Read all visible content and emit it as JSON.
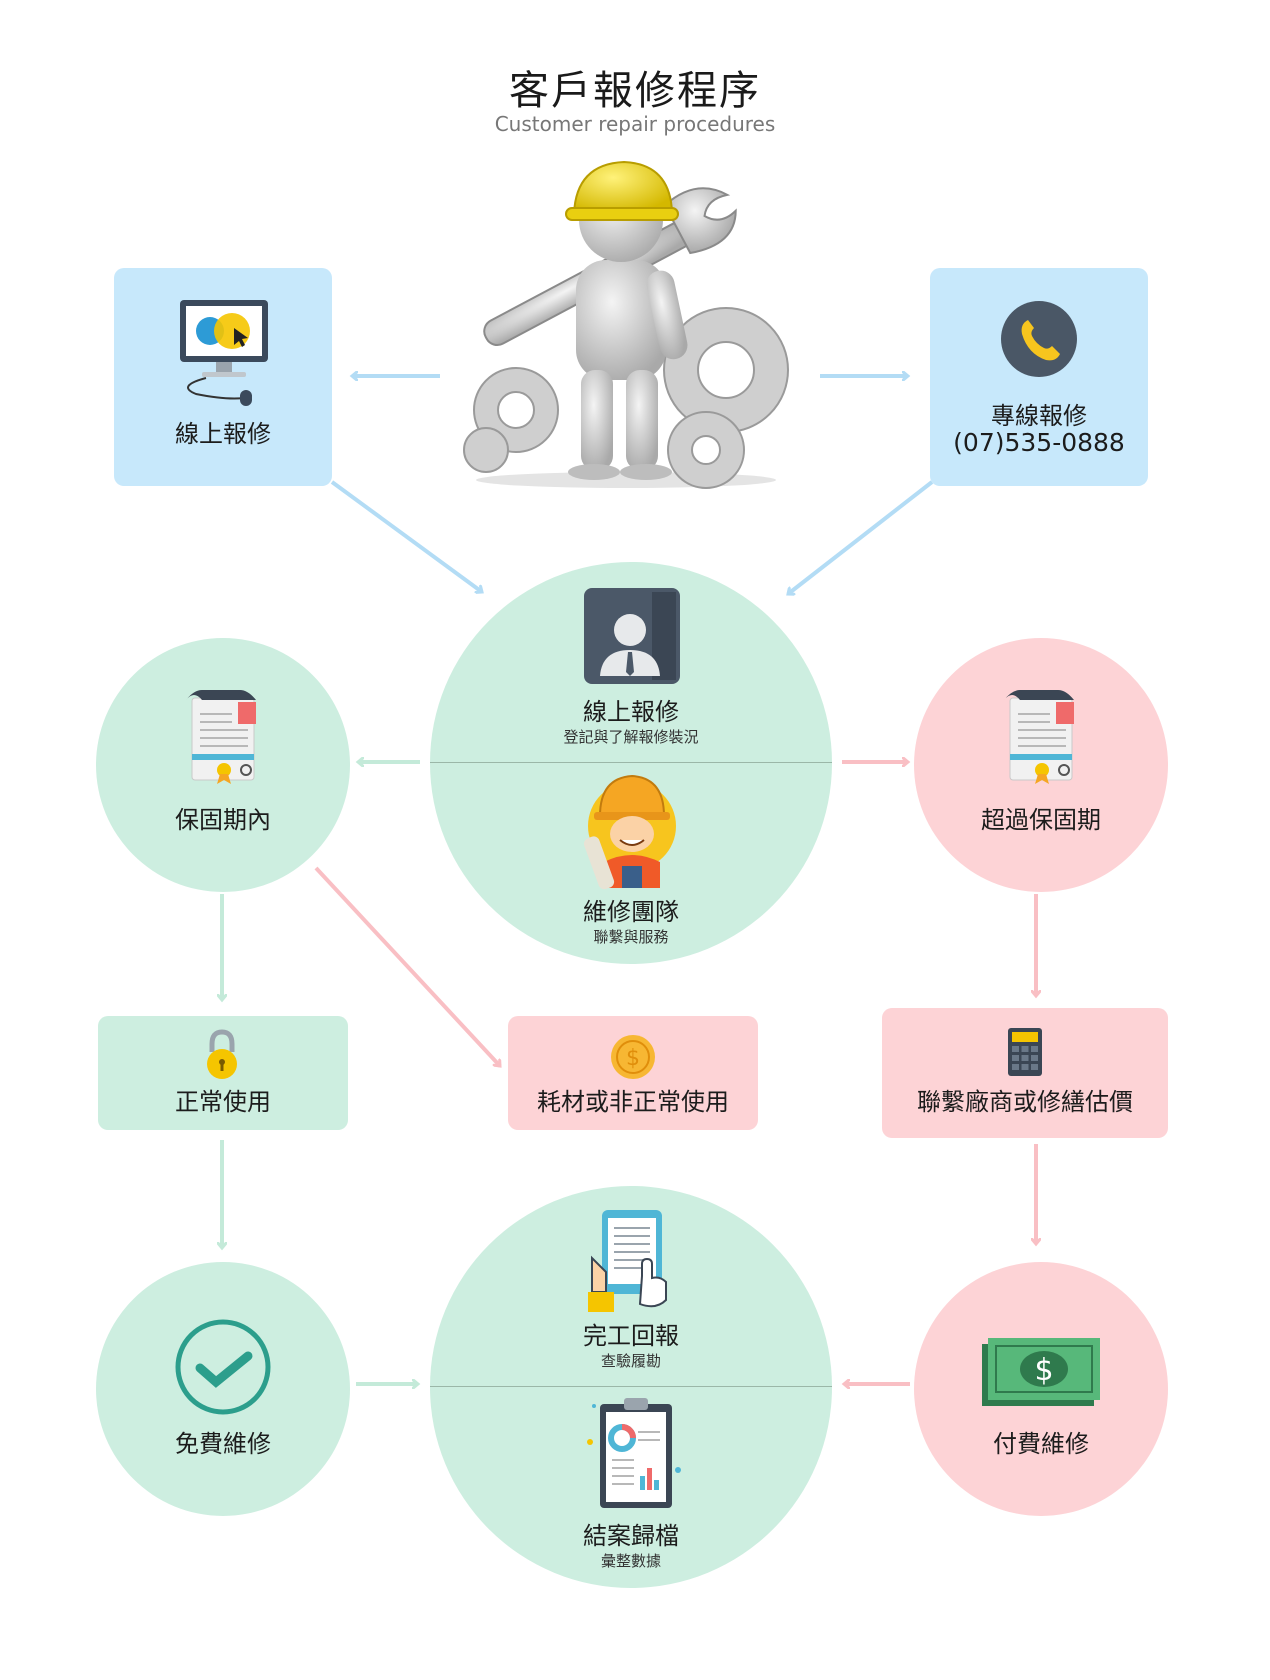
{
  "header": {
    "title": "客戶報修程序",
    "subtitle": "Customer repair procedures"
  },
  "colors": {
    "blue_box": "#c7e8fb",
    "green": "#cdeee0",
    "pink": "#fdd3d6",
    "blue_arrow": "#b3dcf5",
    "green_arrow": "#c4ead9",
    "pink_arrow": "#f9bfc4"
  },
  "nodes": {
    "online_report": {
      "label": "線上報修",
      "icon": "computer-icon"
    },
    "hotline": {
      "label": "專線報修",
      "phone": "(07)535-0888",
      "icon": "phone-icon"
    },
    "center": {
      "top_label": "線上報修",
      "top_sub": "登記與了解報修裝況",
      "top_icon": "user-profile-icon",
      "bottom_label": "維修團隊",
      "bottom_sub": "聯繫與服務",
      "bottom_icon": "worker-icon"
    },
    "in_warranty": {
      "label": "保固期內",
      "icon": "certificate-icon"
    },
    "out_warranty": {
      "label": "超過保固期",
      "icon": "certificate-icon"
    },
    "normal_use": {
      "label": "正常使用",
      "icon": "lock-icon"
    },
    "consumable": {
      "label": "耗材或非正常使用",
      "icon": "dollar-coin-icon"
    },
    "contact_vendor": {
      "label": "聯繫廠商或修繕估價",
      "icon": "calculator-icon"
    },
    "free_repair": {
      "label": "免費維修",
      "icon": "checkmark-icon"
    },
    "paid_repair": {
      "label": "付費維修",
      "icon": "banknote-icon"
    },
    "finish": {
      "top_label": "完工回報",
      "top_sub": "查驗履勘",
      "top_icon": "tablet-icon",
      "bottom_label": "結案歸檔",
      "bottom_sub": "彙整數據",
      "bottom_icon": "clipboard-report-icon"
    }
  },
  "illustration": {
    "icon": "repairman-with-wrench-icon"
  }
}
